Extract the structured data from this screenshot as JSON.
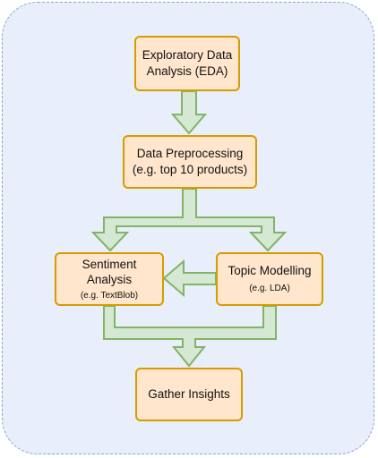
{
  "diagram": {
    "nodes": {
      "eda": {
        "line1": "Exploratory Data",
        "line2": "Analysis (EDA)"
      },
      "preprocessing": {
        "line1": "Data Preprocessing",
        "line2": "(e.g. top 10 products)"
      },
      "sentiment": {
        "line1": "Sentiment",
        "line2": "Analysis",
        "note": "(e.g. TextBlob)"
      },
      "topic": {
        "line1": "Topic Modelling",
        "note": "(e.g. LDA)"
      },
      "insights": {
        "line1": "Gather Insights"
      }
    },
    "edges": [
      {
        "from": "eda",
        "to": "preprocessing"
      },
      {
        "from": "preprocessing",
        "to": "sentiment"
      },
      {
        "from": "preprocessing",
        "to": "topic"
      },
      {
        "from": "topic",
        "to": "sentiment"
      },
      {
        "from": "sentiment",
        "to": "insights"
      },
      {
        "from": "topic",
        "to": "insights"
      }
    ]
  },
  "colors": {
    "container_fill": "#e9effa",
    "container_border": "#8aa4d4",
    "node_fill": "#ffe6cc",
    "node_border": "#d79b00",
    "arrow_fill": "#d5e8d4",
    "arrow_border": "#82b366"
  }
}
